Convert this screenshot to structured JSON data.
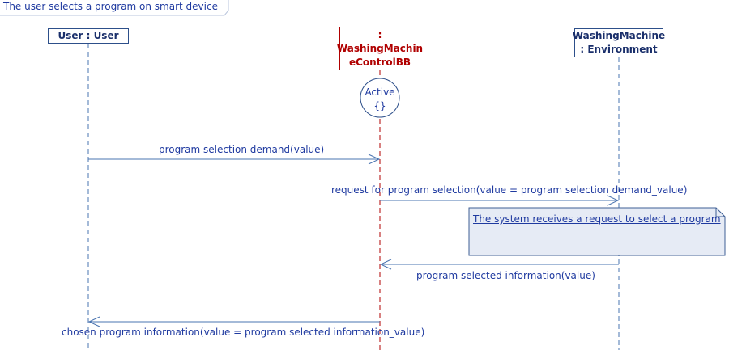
{
  "diagram": {
    "title": "The user selects a program on smart device",
    "lifelines": [
      {
        "id": "user",
        "label": [
          "User : User"
        ]
      },
      {
        "id": "controller",
        "label": [
          ":",
          "WashingMachin",
          "eControlBB"
        ]
      },
      {
        "id": "environment",
        "label": [
          "WashingMachine",
          ": Environment"
        ]
      }
    ],
    "state": {
      "name": "Active",
      "detail": "{}"
    },
    "messages": [
      {
        "from": "user",
        "to": "controller",
        "label": "program selection demand(value)"
      },
      {
        "from": "controller",
        "to": "environment",
        "label": "request for program selection(value = program selection demand_value)"
      },
      {
        "from": "environment",
        "to": "controller",
        "label": "program selected information(value)"
      },
      {
        "from": "controller",
        "to": "user",
        "label": "chosen program information(value = program selected information_value)"
      }
    ],
    "note": "The system receives a request to select a program",
    "colors": {
      "line": "#4a74b0",
      "controller": "#b00000",
      "note_fill": "#e6ebf5",
      "text": "#1f3aa0"
    }
  }
}
